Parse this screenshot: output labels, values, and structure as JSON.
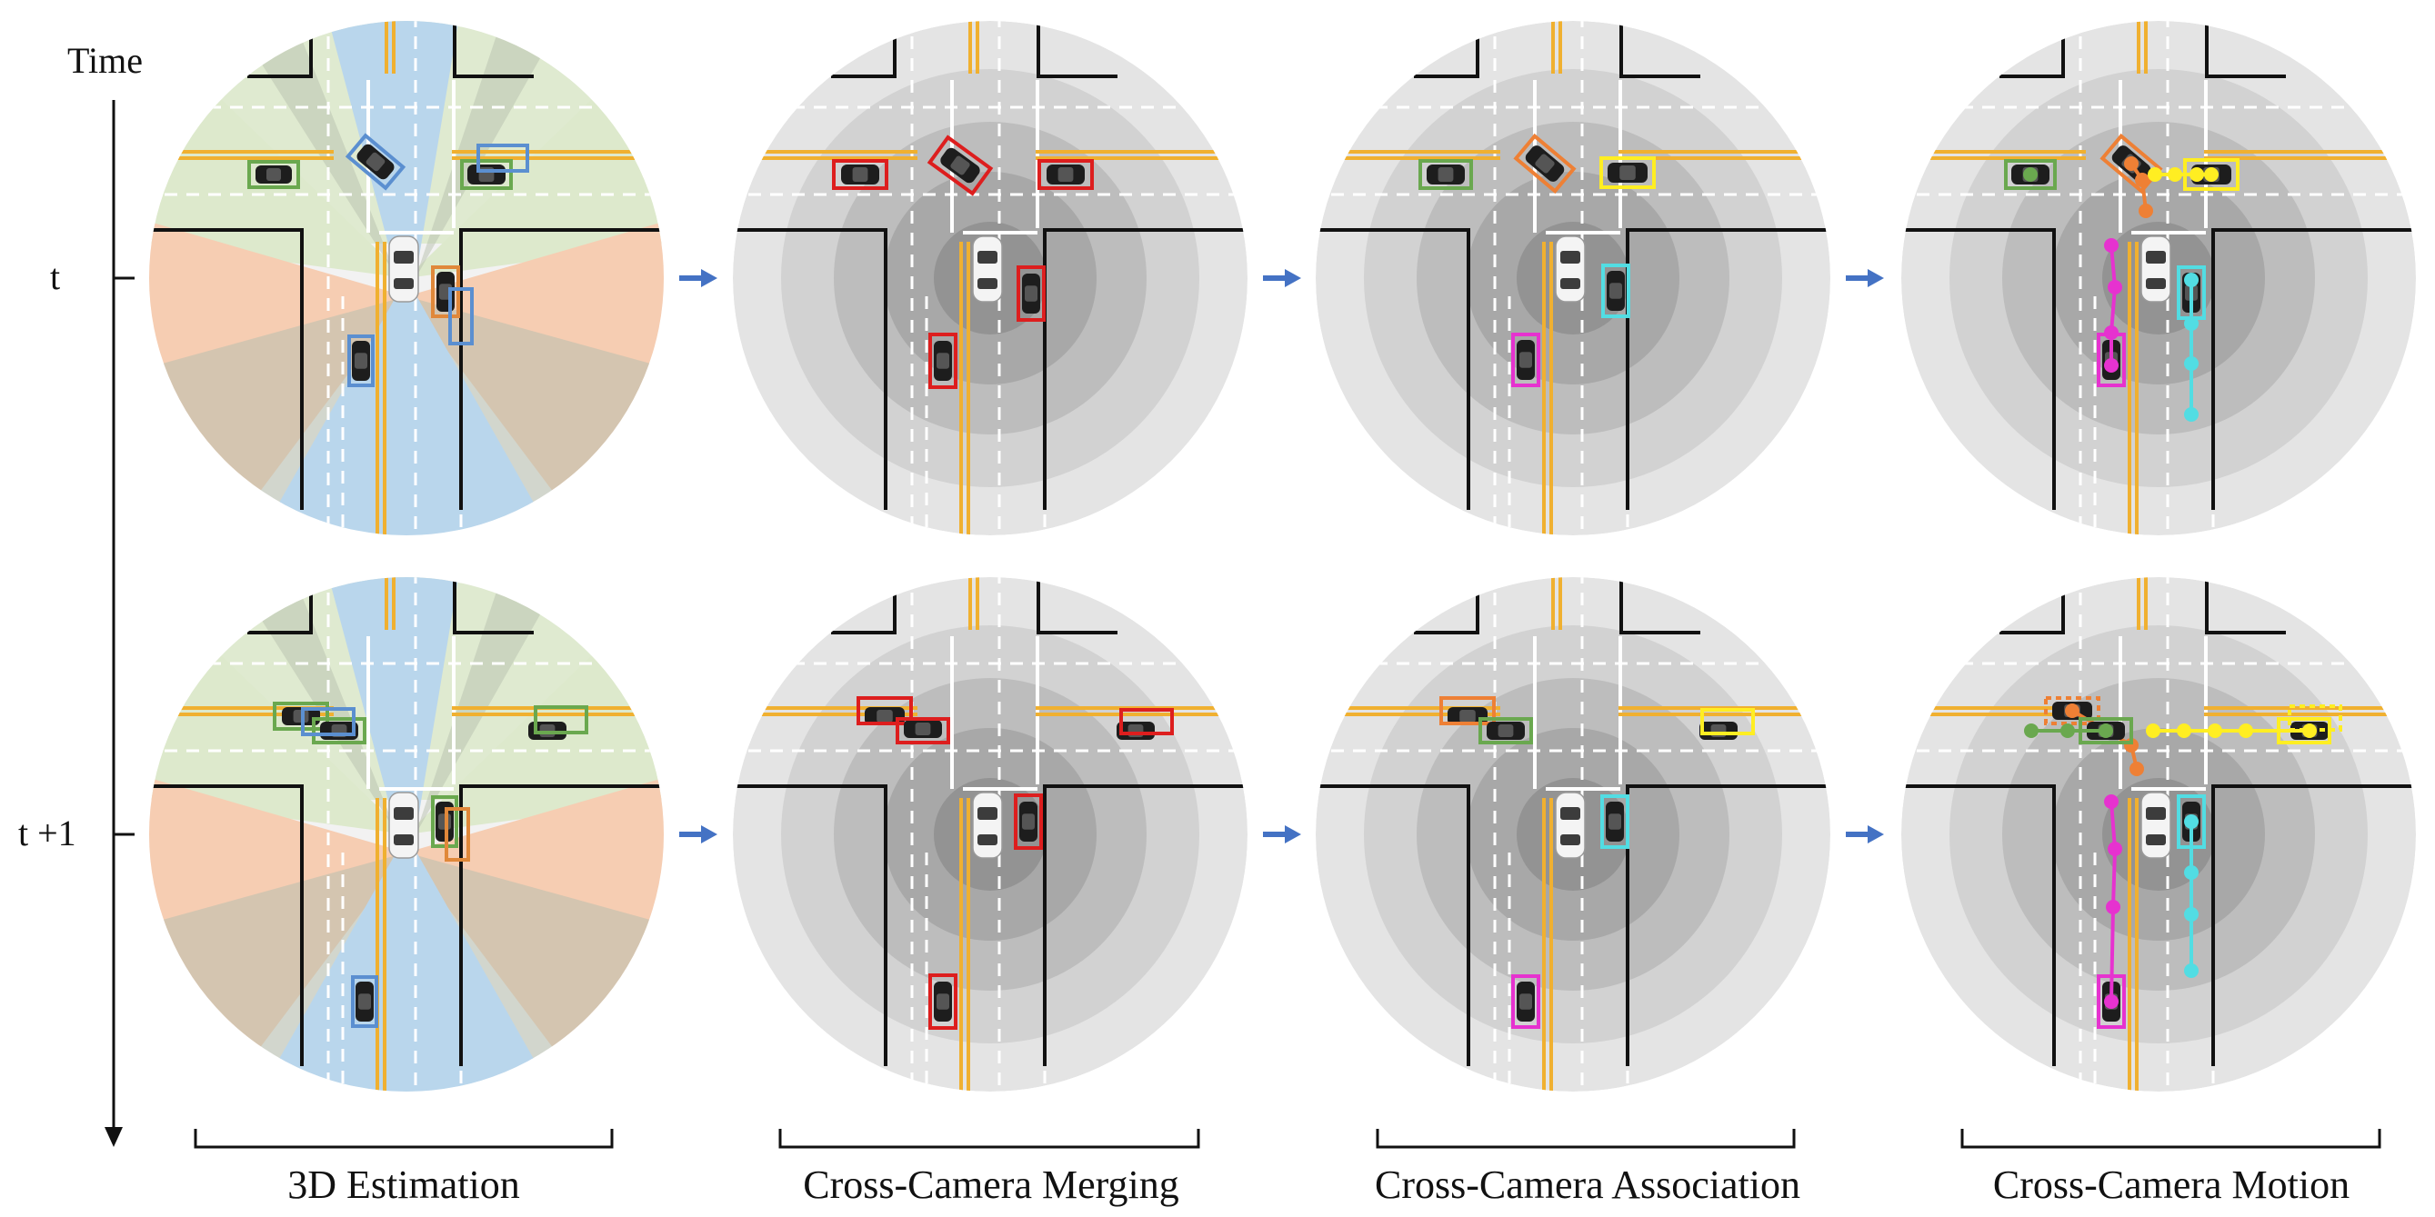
{
  "time_axis": {
    "label": "Time",
    "rows": [
      {
        "label": "t"
      },
      {
        "label": "t +1"
      }
    ]
  },
  "stages": [
    {
      "label": "3D Estimation",
      "style": "fov"
    },
    {
      "label": "Cross-Camera Merging",
      "style": "ring"
    },
    {
      "label": "Cross-Camera Association",
      "style": "ring"
    },
    {
      "label": "Cross-Camera Motion",
      "style": "ring"
    }
  ],
  "colors": {
    "road_line": "#111111",
    "center_line": "#f0b030",
    "lane_dash": "#ffffff",
    "arrow": "#4472c4",
    "fov_front": "#b9d6ec",
    "fov_side": "#dde9cc",
    "fov_rear": "#f6cdb2",
    "fov_corner": "#b8bfae",
    "ring_outer": "#e6e6e6",
    "ring_inner": "#8c8c8c",
    "estimate_green": "#6aa84f",
    "estimate_blue": "#5b8fd0",
    "estimate_orange": "#e0883a",
    "merge_red": "#dd1e1e",
    "track_orange": "#ee8035",
    "track_yellow": "#ffee22",
    "track_cyan": "#52dde3",
    "track_magenta": "#e632cf",
    "track_green": "#6aa84f"
  },
  "icons": [
    "car-icon",
    "ego-vehicle-icon",
    "arrow-right-icon",
    "time-arrow-icon"
  ]
}
